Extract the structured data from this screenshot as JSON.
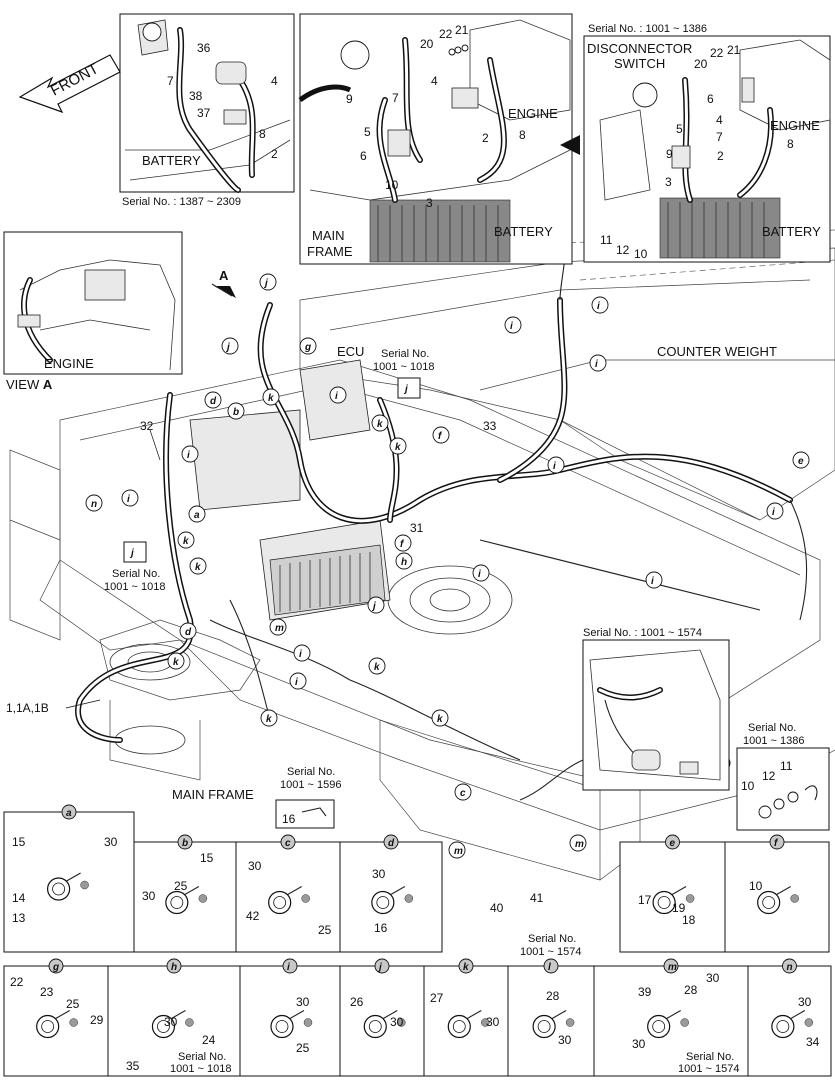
{
  "insets": {
    "top_left": {
      "serial": "Serial No. : 1387 ~ 2309",
      "battery_label": "BATTERY",
      "parts": [
        "36",
        "4",
        "7",
        "38",
        "37",
        "8",
        "2"
      ]
    },
    "top_mid": {
      "labels": {
        "engine": "ENGINE",
        "battery": "BATTERY",
        "main_frame": "MAIN\nFRAME"
      },
      "parts": [
        "22",
        "21",
        "20",
        "4",
        "7",
        "9",
        "8",
        "5",
        "2",
        "6",
        "10",
        "3"
      ]
    },
    "top_right": {
      "serial": "Serial No. : 1001 ~ 1386",
      "disconnector": "DISCONNECTOR\nSWITCH",
      "engine": "ENGINE",
      "battery": "BATTERY",
      "parts": [
        "22",
        "21",
        "20",
        "6",
        "4",
        "7",
        "5",
        "9",
        "2",
        "8",
        "3",
        "11",
        "12",
        "10"
      ]
    },
    "view_a": {
      "engine": "ENGINE",
      "caption": "VIEW ",
      "caption_bold": "A"
    },
    "front_label": "FRONT"
  },
  "main": {
    "view_arrow": "A",
    "ecu": "ECU",
    "counter_weight": "COUNTER WEIGHT",
    "main_frame": "MAIN FRAME",
    "serial_j_top": "Serial No.\n1001 ~ 1018",
    "serial_j_left": "Serial No.\n1001 ~ 1018",
    "part_labels": [
      "32",
      "33",
      "31",
      "1,1A,1B",
      "40",
      "41"
    ],
    "serial_16": "Serial No.\n1001 ~ 1596",
    "serial_1574_main": "Serial No.\n1001 ~ 1574"
  },
  "detail_inset_1574": {
    "serial": "Serial No. : 1001 ~ 1574"
  },
  "detail_inset_1386": {
    "serial": "Serial No.\n1001 ~ 1386",
    "parts": [
      "10",
      "12",
      "11"
    ]
  },
  "details": [
    {
      "letter": "a",
      "parts": [
        "15",
        "30",
        "14",
        "13"
      ]
    },
    {
      "letter": "b",
      "parts": [
        "15",
        "25",
        "30"
      ]
    },
    {
      "letter": "c",
      "parts": [
        "30",
        "42",
        "25"
      ]
    },
    {
      "letter": "d",
      "parts": [
        "30",
        "16"
      ]
    },
    {
      "letter": "e",
      "parts": [
        "17",
        "19",
        "18"
      ]
    },
    {
      "letter": "f",
      "parts": [
        "10"
      ]
    },
    {
      "letter": "g",
      "parts": [
        "22",
        "23",
        "25",
        "29"
      ]
    },
    {
      "letter": "h",
      "parts": [
        "30",
        "24",
        "35"
      ],
      "serial": "Serial No.\n1001 ~ 1018"
    },
    {
      "letter": "i",
      "parts": [
        "30",
        "25"
      ]
    },
    {
      "letter": "j",
      "parts": [
        "26",
        "30"
      ]
    },
    {
      "letter": "k",
      "parts": [
        "27",
        "30"
      ]
    },
    {
      "letter": "l",
      "parts": [
        "28",
        "30"
      ]
    },
    {
      "letter": "m",
      "parts": [
        "39",
        "30",
        "28",
        "30"
      ],
      "serial": "Serial No.\n1001 ~ 1574"
    },
    {
      "letter": "n",
      "parts": [
        "30",
        "34"
      ]
    }
  ],
  "callouts": {
    "i": "i",
    "k": "k",
    "j": "j",
    "d": "d",
    "b": "b",
    "a": "a",
    "f": "f",
    "h": "h",
    "g": "g",
    "e": "e",
    "n": "n",
    "c": "c",
    "m": "m",
    "l": "l"
  }
}
